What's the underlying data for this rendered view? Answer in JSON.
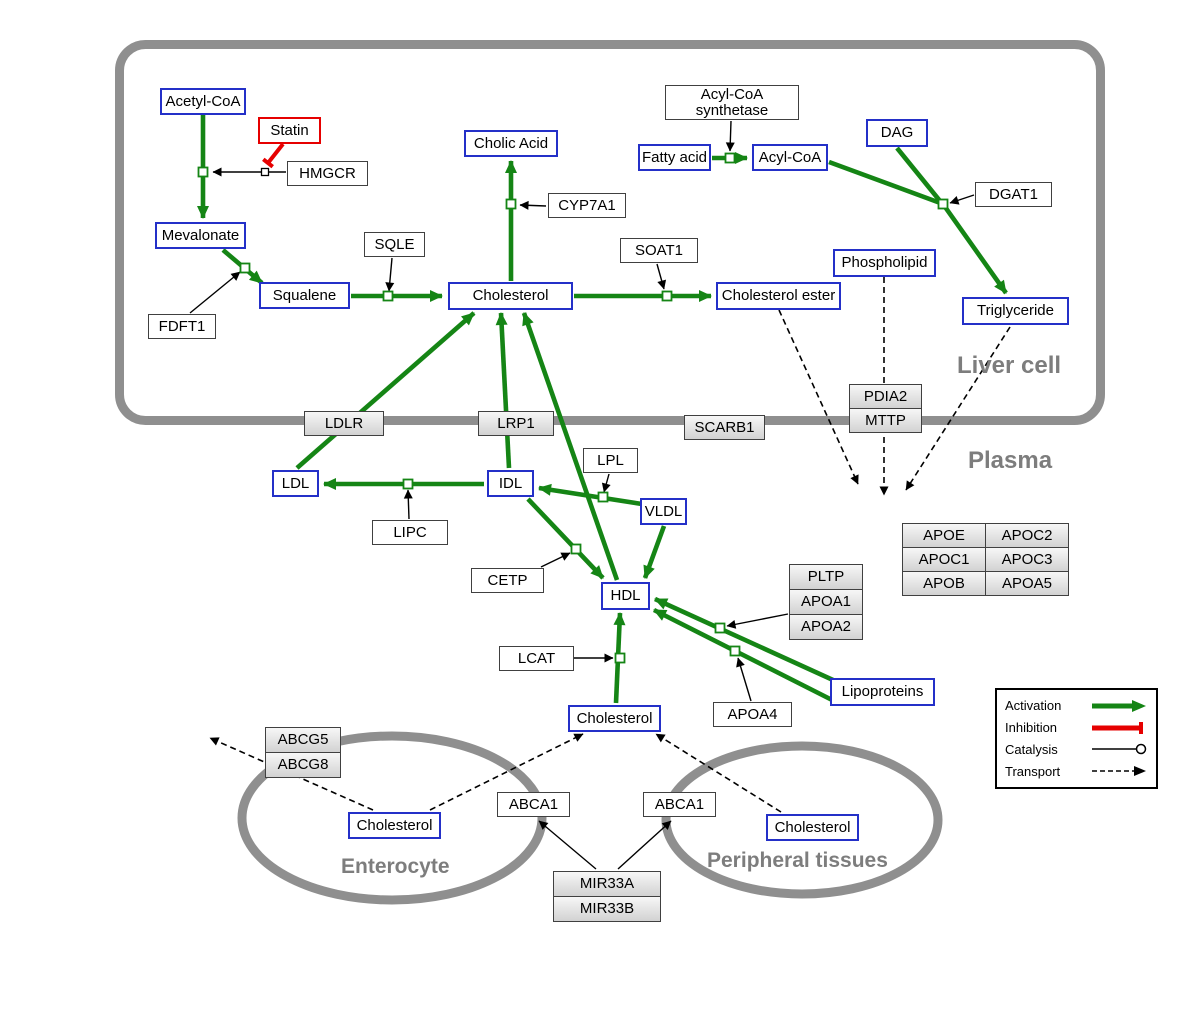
{
  "regions": {
    "liver": "Liver cell",
    "plasma": "Plasma",
    "enterocyte": "Enterocyte",
    "peripheral": "Peripheral tissues"
  },
  "nodes": {
    "acetyl_coa": "Acetyl-CoA",
    "statin": "Statin",
    "hmgcr": "HMGCR",
    "mevalonate": "Mevalonate",
    "fdft1": "FDFT1",
    "squalene": "Squalene",
    "sqle": "SQLE",
    "cholesterol_liver": "Cholesterol",
    "cholic_acid": "Cholic Acid",
    "cyp7a1": "CYP7A1",
    "soat1": "SOAT1",
    "cholesterol_ester": "Cholesterol ester",
    "acyl_coa_synthetase": {
      "line1": "Acyl-CoA",
      "line2": "synthetase"
    },
    "fatty_acid": "Fatty acid",
    "acyl_coa": "Acyl-CoA",
    "dag": "DAG",
    "dgat1": "DGAT1",
    "phospholipid": "Phospholipid",
    "triglyceride": "Triglyceride",
    "ldlr": "LDLR",
    "lrp1": "LRP1",
    "scarb1": "SCARB1",
    "pdia2": "PDIA2",
    "mttp": "MTTP",
    "ldl": "LDL",
    "idl": "IDL",
    "lipc": "LIPC",
    "lpl": "LPL",
    "vldl": "VLDL",
    "cetp": "CETP",
    "hdl": "HDL",
    "lcat": "LCAT",
    "pltp": "PLTP",
    "apoa1": "APOA1",
    "apoa2": "APOA2",
    "apoa4": "APOA4",
    "lipoproteins": "Lipoproteins",
    "apo_table": [
      [
        "APOE",
        "APOC2"
      ],
      [
        "APOC1",
        "APOC3"
      ],
      [
        "APOB",
        "APOA5"
      ]
    ],
    "cholesterol_plasma": "Cholesterol",
    "abcg5": "ABCG5",
    "abcg8": "ABCG8",
    "cholesterol_enterocyte": "Cholesterol",
    "abca1_left": "ABCA1",
    "abca1_right": "ABCA1",
    "cholesterol_peripheral": "Cholesterol",
    "mir33a": "MIR33A",
    "mir33b": "MIR33B"
  },
  "legend": {
    "activation": "Activation",
    "inhibition": "Inhibition",
    "catalysis": "Catalysis",
    "transport": "Transport"
  },
  "colors": {
    "activation_green": "#158515",
    "inhibition_red": "#e60000",
    "metabolite_border_blue": "#2430c8",
    "region_border_gray": "#8f8f8f",
    "label_gray": "#7d7d7d"
  }
}
